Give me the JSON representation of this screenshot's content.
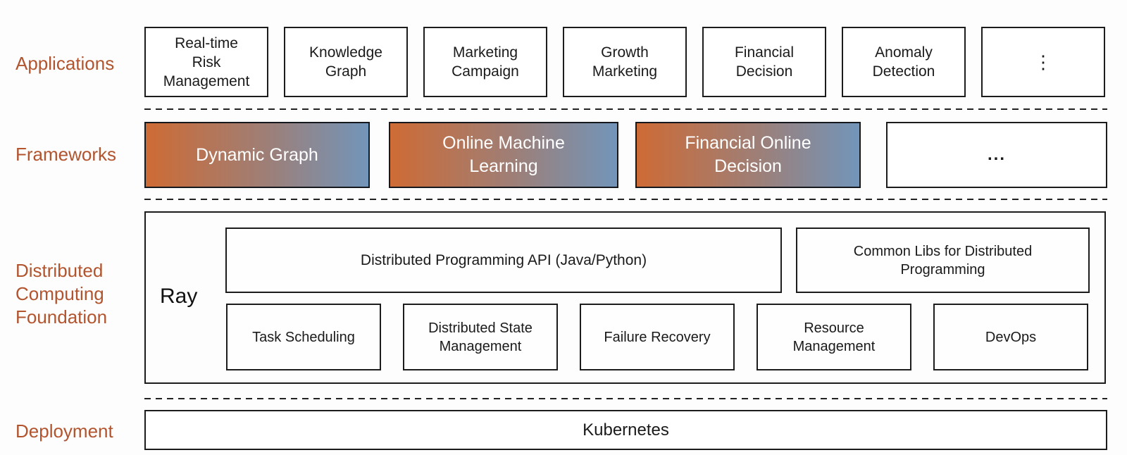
{
  "colors": {
    "layer_label": "#b2542e",
    "box_border": "#1c1c1c",
    "framework_gradient_start": "#ce6b35",
    "framework_gradient_end": "#7295ba",
    "framework_text": "#ffffff",
    "background": "#fdfdfd",
    "box_text": "#1a1a1a"
  },
  "layers": {
    "applications": {
      "label": "Applications",
      "items": [
        "Real-time Risk Management",
        "Knowledge Graph",
        "Marketing Campaign",
        "Growth Marketing",
        "Financial Decision",
        "Anomaly Detection"
      ],
      "more": "⋮"
    },
    "frameworks": {
      "label": "Frameworks",
      "items": [
        "Dynamic Graph",
        "Online Machine Learning",
        "Financial Online Decision"
      ],
      "more": "..."
    },
    "foundation": {
      "label": "Distributed Computing Foundation",
      "engine": "Ray",
      "api": "Distributed Programming API (Java/Python)",
      "libs": "Common Libs for Distributed Programming",
      "capabilities": [
        "Task Scheduling",
        "Distributed State Management",
        "Failure Recovery",
        "Resource Management",
        "DevOps"
      ]
    },
    "deployment": {
      "label": "Deployment",
      "platform": "Kubernetes"
    }
  }
}
